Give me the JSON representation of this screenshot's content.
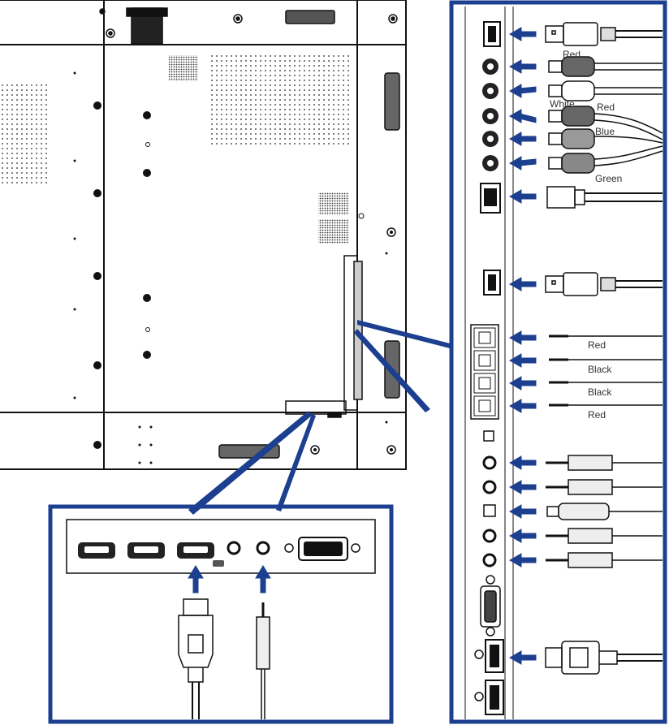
{
  "colors": {
    "frame_blue": "#1c3f8f",
    "line": "#111111",
    "mid_gray": "#777777",
    "background": "#ffffff"
  },
  "labels": {
    "audio_top": [
      "Red",
      "White",
      "Red",
      "Blue",
      "Green"
    ],
    "speaker": [
      "Red",
      "Black",
      "Black",
      "Red"
    ]
  },
  "icons": {
    "usb": "usb-icon",
    "rca": "rca-plug-icon",
    "lan": "lan-plug-icon",
    "hdmi": "hdmi-plug-icon",
    "audio": "audio-jack-plug-icon",
    "displayport": "displayport-plug-icon",
    "speaker_wire": "speaker-wire-icon"
  }
}
